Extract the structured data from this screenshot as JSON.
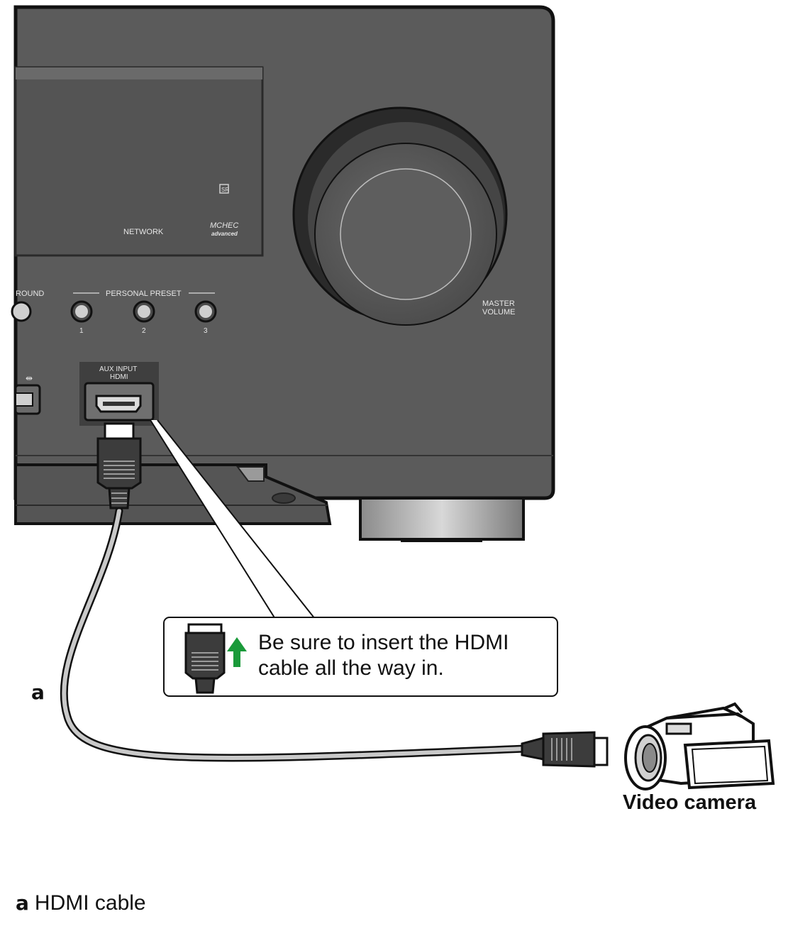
{
  "receiver": {
    "surround_label": "ROUND",
    "personal_preset_label": "PERSONAL PRESET",
    "preset_numbers": [
      "1",
      "2",
      "3"
    ],
    "network_label": "NETWORK",
    "mchec_logo_text": "MCHEC",
    "mchec_logo_sub": "advanced",
    "master_volume_label": [
      "MASTER",
      "VOLUME"
    ],
    "aux_input_label": [
      "AUX INPUT",
      "HDMI"
    ]
  },
  "callout": {
    "text": "Be sure to insert the HDMI cable all the way in."
  },
  "labels": {
    "cable_letter": "a",
    "video_camera": "Video camera"
  },
  "legend": {
    "letter": "a",
    "text": "HDMI cable"
  },
  "colors": {
    "panel": "#5a5a5a",
    "panel_dark": "#2b2b2b",
    "arrow_green": "#1a9a3a"
  }
}
